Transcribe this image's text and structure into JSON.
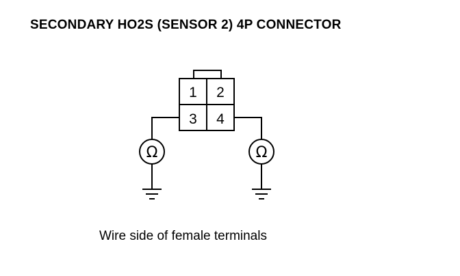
{
  "title": "SECONDARY HO2S (SENSOR 2) 4P CONNECTOR",
  "connector": {
    "pins": [
      "1",
      "2",
      "3",
      "4"
    ]
  },
  "meters": {
    "left_symbol": "Ω",
    "right_symbol": "Ω"
  },
  "caption": "Wire side of female terminals"
}
